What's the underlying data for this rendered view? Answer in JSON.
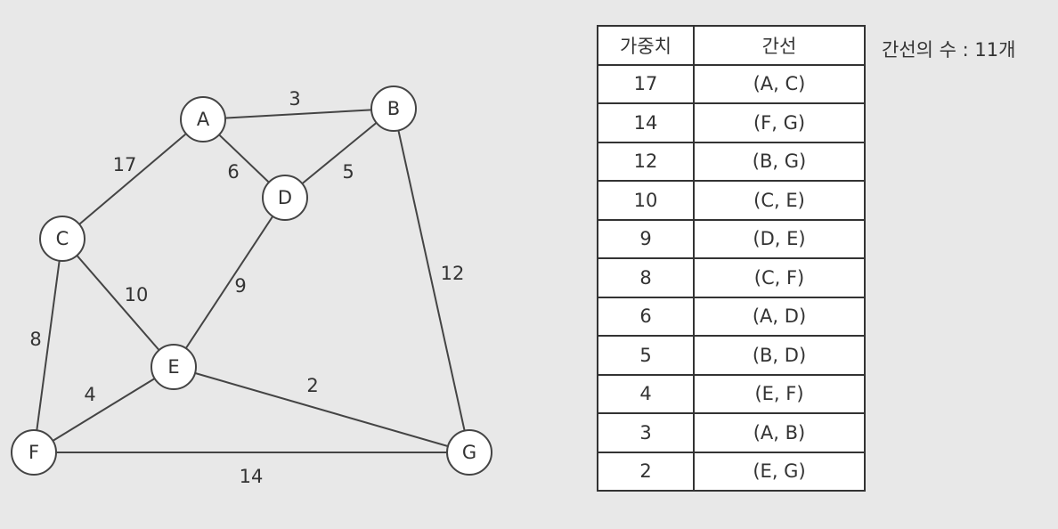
{
  "graph": {
    "nodes": [
      {
        "id": "A",
        "label": "A"
      },
      {
        "id": "B",
        "label": "B"
      },
      {
        "id": "C",
        "label": "C"
      },
      {
        "id": "D",
        "label": "D"
      },
      {
        "id": "E",
        "label": "E"
      },
      {
        "id": "F",
        "label": "F"
      },
      {
        "id": "G",
        "label": "G"
      }
    ],
    "edges": [
      {
        "from": "A",
        "to": "B",
        "weight": "3"
      },
      {
        "from": "A",
        "to": "C",
        "weight": "17"
      },
      {
        "from": "A",
        "to": "D",
        "weight": "6"
      },
      {
        "from": "B",
        "to": "D",
        "weight": "5"
      },
      {
        "from": "B",
        "to": "G",
        "weight": "12"
      },
      {
        "from": "C",
        "to": "E",
        "weight": "10"
      },
      {
        "from": "C",
        "to": "F",
        "weight": "8"
      },
      {
        "from": "D",
        "to": "E",
        "weight": "9"
      },
      {
        "from": "E",
        "to": "F",
        "weight": "4"
      },
      {
        "from": "E",
        "to": "G",
        "weight": "2"
      },
      {
        "from": "F",
        "to": "G",
        "weight": "14"
      }
    ]
  },
  "table": {
    "headers": {
      "weight": "가중치",
      "edge": "간선"
    },
    "rows": [
      {
        "weight": "17",
        "edge": "(A, C)"
      },
      {
        "weight": "14",
        "edge": "(F, G)"
      },
      {
        "weight": "12",
        "edge": "(B, G)"
      },
      {
        "weight": "10",
        "edge": "(C, E)"
      },
      {
        "weight": "9",
        "edge": "(D, E)"
      },
      {
        "weight": "8",
        "edge": "(C, F)"
      },
      {
        "weight": "6",
        "edge": "(A, D)"
      },
      {
        "weight": "5",
        "edge": "(B, D)"
      },
      {
        "weight": "4",
        "edge": "(E, F)"
      },
      {
        "weight": "3",
        "edge": "(A, B)"
      },
      {
        "weight": "2",
        "edge": "(E, G)"
      }
    ]
  },
  "edge_count": "간선의 수 : 11개"
}
